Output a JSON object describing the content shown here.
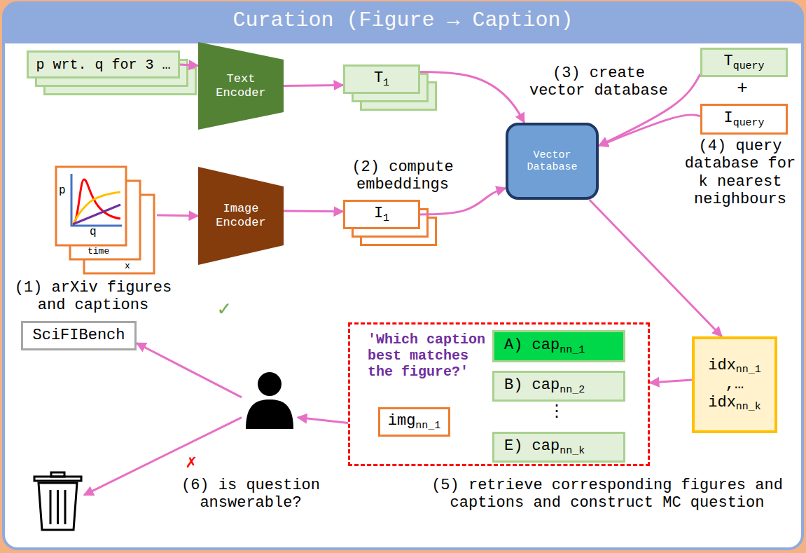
{
  "diagram": {
    "title": "Curation (Figure → Caption)",
    "nodes": [
      {
        "text": [
          "p wrt. q for 3 …"
        ]
      },
      {
        "text": [
          "Text Encoder"
        ]
      },
      {
        "text": [
          "T",
          "1"
        ]
      },
      {
        "text": [
          "Vector Database"
        ]
      },
      {
        "text": [
          "T",
          "query"
        ]
      },
      {
        "text": [
          "I",
          "query"
        ]
      },
      {
        "text": [
          "p",
          "q",
          "time",
          "x"
        ]
      },
      {
        "text": [
          "Image Encoder"
        ]
      },
      {
        "text": [
          "I",
          "1"
        ]
      },
      {
        "text": [
          "idx",
          "nn_1",
          ",…",
          "idx",
          "nn_k"
        ]
      },
      {
        "text": [
          "SciFIBench"
        ]
      },
      {
        "text": [
          "'Which caption best matches the figure?'"
        ]
      },
      {
        "text": [
          "img",
          "nn_1"
        ],
        "in": 11
      },
      {
        "text": [
          "A) cap",
          "nn_1"
        ],
        "in": 11
      },
      {
        "text": [
          "B) cap",
          "nn_2"
        ],
        "in": 11
      },
      {
        "text": [
          "E) cap",
          "nn_k"
        ],
        "in": 11
      },
      {
        "text": []
      },
      {
        "text": []
      }
    ],
    "edges": [
      {
        "from": 0,
        "to": 1,
        "arrow": "to"
      },
      {
        "from": 1,
        "to": 2,
        "arrow": "to"
      },
      {
        "from": 2,
        "to": 3,
        "arrow": "to"
      },
      {
        "from": 6,
        "to": 7,
        "arrow": "to"
      },
      {
        "from": 7,
        "to": 8,
        "arrow": "to"
      },
      {
        "from": 8,
        "to": 3,
        "arrow": "to"
      },
      {
        "from": 4,
        "to": 3,
        "arrow": "to"
      },
      {
        "from": 5,
        "to": 3,
        "arrow": "to"
      },
      {
        "from": 3,
        "to": 9,
        "arrow": "to"
      },
      {
        "from": 9,
        "to": 11,
        "arrow": "to"
      },
      {
        "from": 11,
        "to": 16,
        "arrow": "to"
      },
      {
        "from": 16,
        "to": 10,
        "arrow": "to"
      },
      {
        "from": 16,
        "to": 17,
        "arrow": "to"
      }
    ],
    "labels": [
      "(1) arXiv figures and captions",
      "(2) compute embeddings",
      "(3) create vector database",
      "(4) query database for k nearest neighbours",
      "(5) retrieve corresponding figures and captions and construct MC question",
      "(6) is question answerable?",
      "+",
      "⋮",
      "✓",
      "✗"
    ]
  }
}
